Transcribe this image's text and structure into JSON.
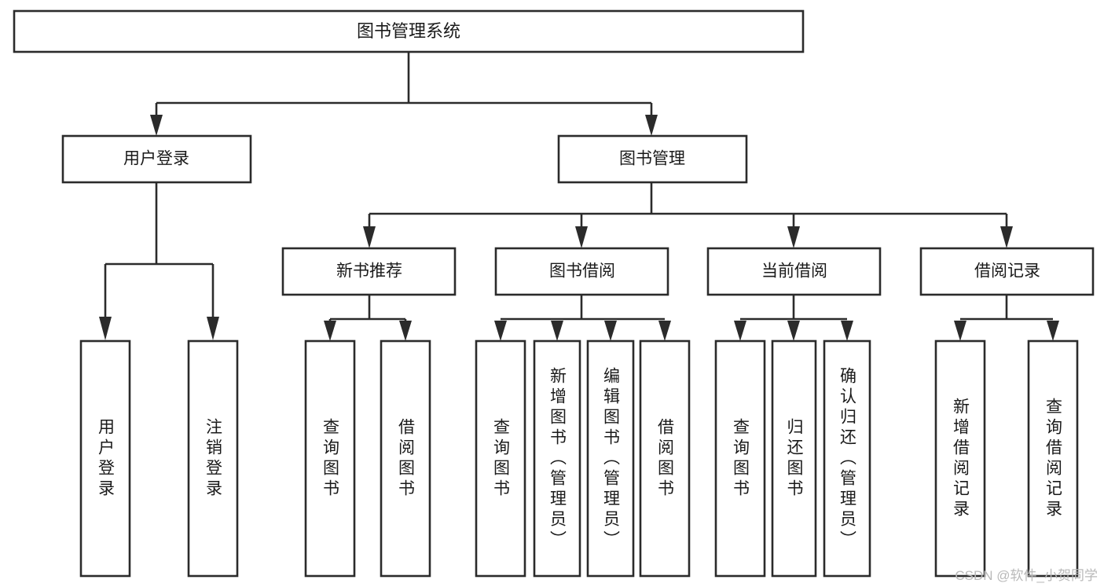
{
  "diagram": {
    "title": "图书管理系统",
    "type": "tree",
    "levels": 4,
    "root": {
      "id": "root",
      "label": "图书管理系统",
      "orientation": "horizontal"
    },
    "level2": [
      {
        "id": "user-login",
        "label": "用户登录",
        "orientation": "horizontal"
      },
      {
        "id": "book-manage",
        "label": "图书管理",
        "orientation": "horizontal"
      }
    ],
    "level3": [
      {
        "id": "new-book-rec",
        "label": "新书推荐",
        "orientation": "horizontal"
      },
      {
        "id": "book-borrow",
        "label": "图书借阅",
        "orientation": "horizontal"
      },
      {
        "id": "current-borrow",
        "label": "当前借阅",
        "orientation": "horizontal"
      },
      {
        "id": "borrow-record",
        "label": "借阅记录",
        "orientation": "horizontal"
      }
    ],
    "leaves": [
      {
        "id": "leaf-user-login",
        "label": "用户登录",
        "parent": "user-login",
        "orientation": "vertical"
      },
      {
        "id": "leaf-logout",
        "label": "注销登录",
        "parent": "user-login",
        "orientation": "vertical"
      },
      {
        "id": "leaf-query-book-1",
        "label": "查询图书",
        "parent": "new-book-rec",
        "orientation": "vertical"
      },
      {
        "id": "leaf-borrow-book-1",
        "label": "借阅图书",
        "parent": "new-book-rec",
        "orientation": "vertical"
      },
      {
        "id": "leaf-query-book-2",
        "label": "查询图书",
        "parent": "book-borrow",
        "orientation": "vertical"
      },
      {
        "id": "leaf-add-book",
        "label": "新增图书（管理员）",
        "parent": "book-borrow",
        "orientation": "vertical"
      },
      {
        "id": "leaf-edit-book",
        "label": "编辑图书（管理员）",
        "parent": "book-borrow",
        "orientation": "vertical"
      },
      {
        "id": "leaf-borrow-book-2",
        "label": "借阅图书",
        "parent": "book-borrow",
        "orientation": "vertical"
      },
      {
        "id": "leaf-query-book-3",
        "label": "查询图书",
        "parent": "current-borrow",
        "orientation": "vertical"
      },
      {
        "id": "leaf-return-book",
        "label": "归还图书",
        "parent": "current-borrow",
        "orientation": "vertical"
      },
      {
        "id": "leaf-confirm-return",
        "label": "确认归还（管理员）",
        "parent": "current-borrow",
        "orientation": "vertical"
      },
      {
        "id": "leaf-add-record",
        "label": "新增借阅记录",
        "parent": "borrow-record",
        "orientation": "vertical"
      },
      {
        "id": "leaf-query-record",
        "label": "查询借阅记录",
        "parent": "borrow-record",
        "orientation": "vertical"
      }
    ]
  },
  "watermark": {
    "text": "CSDN @软件_小贺同学"
  },
  "colors": {
    "stroke": "#2b2b2b",
    "fill": "#ffffff",
    "text": "#1a1a1a",
    "watermark": "#b9b9b9"
  }
}
